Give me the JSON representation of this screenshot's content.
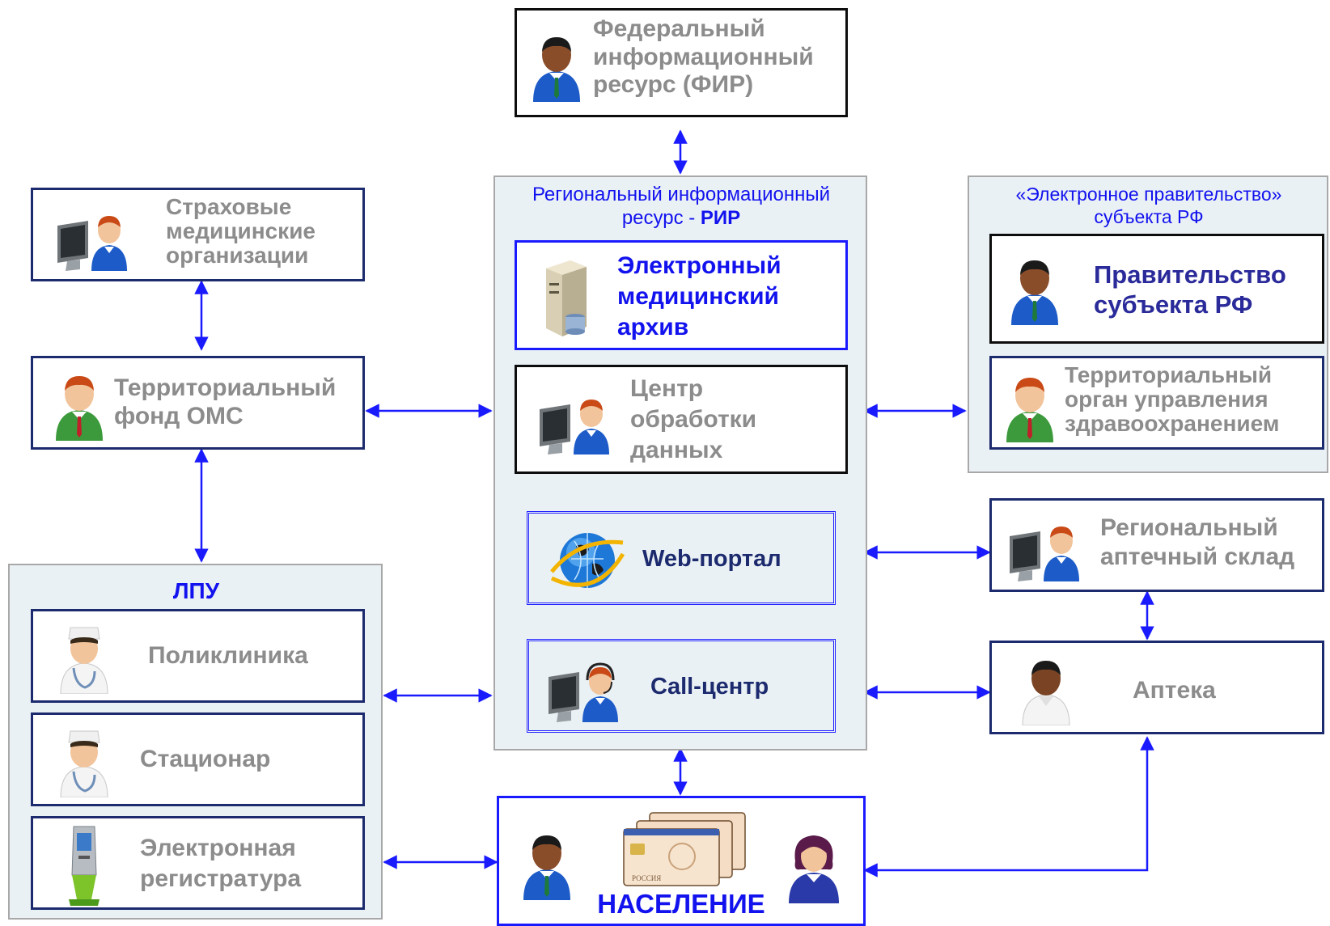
{
  "fir": {
    "label": "Федеральный\nинформационный\nресурс (ФИР)"
  },
  "smo": {
    "label": "Страховые\nмедицинские\nорганизации"
  },
  "tfoms": {
    "label": "Территориальный\nфонд ОМС"
  },
  "rir": {
    "title_plain": "Региональный информационный\nресурс - ",
    "title_bold": "РИР",
    "archive": "Электронный\nмедицинский\nархив",
    "cod": "Центр\nобработки\nданных",
    "web": "Web-портал",
    "call": "Call-центр"
  },
  "egov": {
    "title": "«Электронное правительство»\nсубъекта РФ",
    "government": "Правительство\nсубъекта РФ",
    "health_authority": "Территориальный\nорган управления\nздравоохранением"
  },
  "pharmacy_warehouse": {
    "label": "Региональный\nаптечный склад"
  },
  "pharmacy": {
    "label": "Аптека"
  },
  "lpu": {
    "title": "ЛПУ",
    "polyclinic": "Поликлиника",
    "hospital": "Стационар",
    "registry": "Электронная\nрегистратура"
  },
  "population": {
    "label": "НАСЕЛЕНИЕ",
    "card_text": "РОССИЯ"
  },
  "colors": {
    "connector": "#1a1aff",
    "panel_bg": "#eaf1f5",
    "label_gray": "#8c8c8c",
    "navy": "#1c2a6e"
  }
}
